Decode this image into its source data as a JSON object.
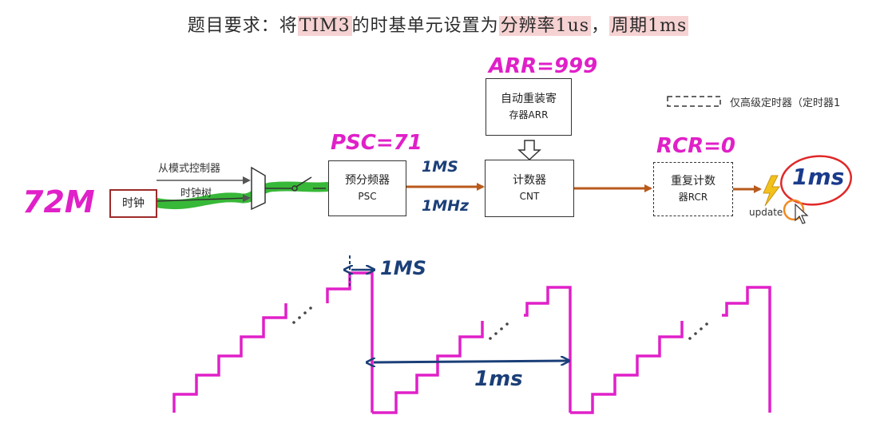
{
  "title": {
    "prefix": "题目要求：将",
    "tim": "TIM3",
    "mid": "的时基单元设置为",
    "resolution": "分辨率1us",
    "sep": "，",
    "period": "周期1ms"
  },
  "blocks": {
    "clock": "时钟",
    "slave_controller": "从模式控制器",
    "clock_tree": "时钟树",
    "psc_line1": "预分频器",
    "psc_line2": "PSC",
    "arr_line1": "自动重装寄",
    "arr_line2": "存器ARR",
    "cnt_line1": "计数器",
    "cnt_line2": "CNT",
    "rcr_line1": "重复计数",
    "rcr_line2": "器RCR",
    "update": "update",
    "legend": "仅高级定时器（定时器1"
  },
  "annotations": {
    "clock_freq": "72M",
    "psc_value": "PSC=71",
    "arr_value": "ARR=999",
    "rcr_value": "RCR=0",
    "tick_period": "1MS",
    "tick_freq": "1MHz",
    "update_period": "1ms",
    "step_width": "1MS",
    "cycle_period": "1ms"
  },
  "colors": {
    "handwriting_magenta": "#e020c8",
    "handwriting_blue": "#1b3f78",
    "arrow_orange": "#b85a1c",
    "clock_path_green": "#22b022",
    "clock_box_border": "#9e2a2a",
    "highlight": "#f6d2d2"
  }
}
